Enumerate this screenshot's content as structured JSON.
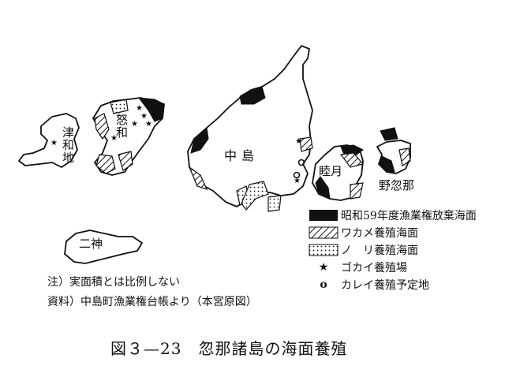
{
  "islands": {
    "tsuwaji": "津和地",
    "nuwa": "怒和",
    "nakajima": "中島",
    "mutsuki": "睦月",
    "nokutsuna": "野忽那",
    "futagami": "二神"
  },
  "legend": [
    {
      "symbol": "solid-black",
      "label": "昭和59年度漁業権放棄海面"
    },
    {
      "symbol": "diagonal-hatch",
      "label": "ワカメ養殖海面"
    },
    {
      "symbol": "dotted",
      "label": "ノ　リ養殖海面"
    },
    {
      "symbol": "star",
      "glyph": "★",
      "label": "ゴカイ養殖場"
    },
    {
      "symbol": "circle",
      "glyph": "o",
      "label": "カレイ養殖予定地"
    }
  ],
  "notes": {
    "note": "注）実面積とは比例しない",
    "source": "資料）中島町漁業権台帳より（本宮原図）"
  },
  "caption": "図３—23　忽那諸島の海面養殖",
  "colors": {
    "ink": "#111111",
    "paper": "#ffffff"
  }
}
